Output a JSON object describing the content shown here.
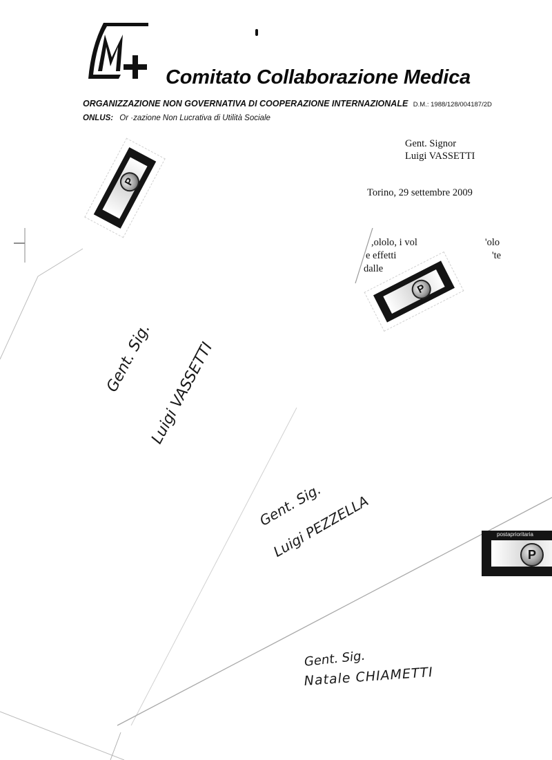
{
  "letterhead": {
    "org_name": "Comitato Collaborazione Medica",
    "ong_line": "ORGANIZZAZIONE NON GOVERNATIVA DI COOPERAZIONE INTERNAZIONALE",
    "dm_number": "D.M.: 1988/128/004187/2D",
    "onlus_label": "ONLUS:",
    "onlus_text": "Or     ·zazione Non Lucrativa di Utilità Sociale",
    "logo_icon": "ccm-logo-icon"
  },
  "letter": {
    "recipient_line1": "Gent.  Signor",
    "recipient_line2": "Luigi VASSETTI",
    "dateline": "Torino,  29 settembre 2009",
    "body_fragments": [
      ",ololo, i vol",
      "e effetti",
      "dalle",
      "'olo",
      "'te"
    ]
  },
  "envelopes": [
    {
      "line1": "Gent. Sig.",
      "line2": "Luigi VASSETTI"
    },
    {
      "line1": "Gent. Sig.",
      "line2": "Luigi PEZZELLA"
    },
    {
      "line1": "Gent. Sig.",
      "line2": "Natale CHIAMETTI"
    }
  ],
  "stamps": [
    {
      "symbol": "P",
      "label": ""
    },
    {
      "symbol": "P",
      "label": ""
    },
    {
      "symbol": "P",
      "label": "postaprioritaria"
    }
  ]
}
